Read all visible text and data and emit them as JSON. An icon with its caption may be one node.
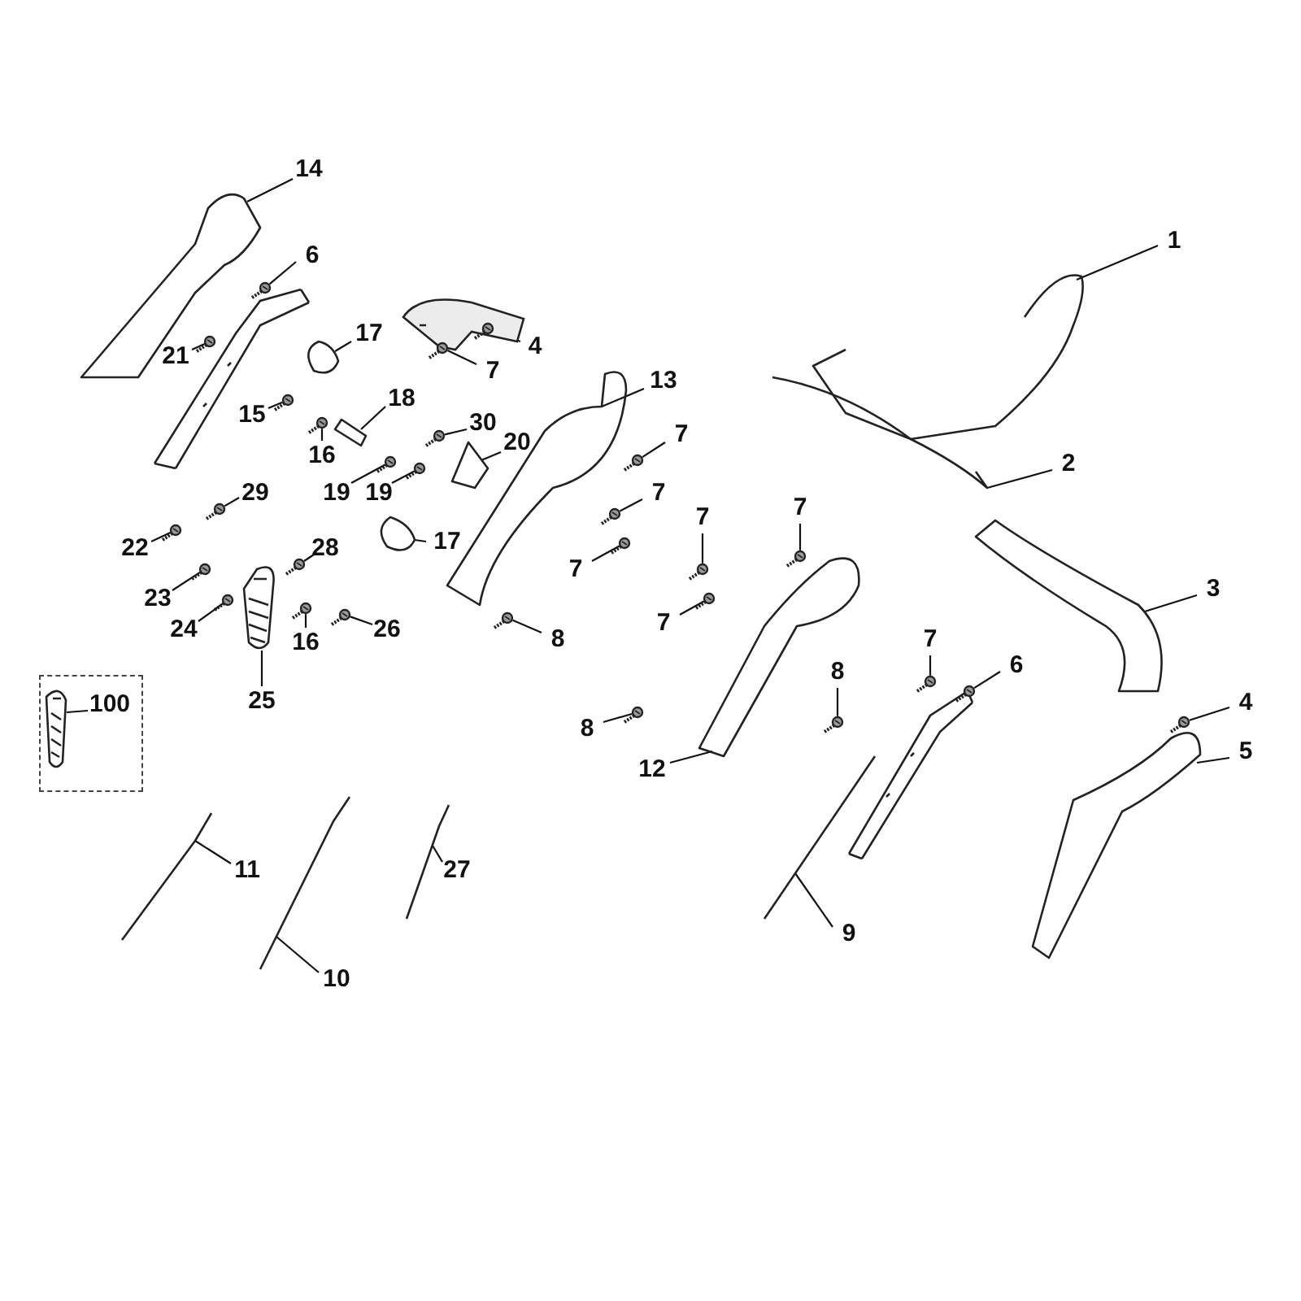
{
  "diagram": {
    "nodes": [
      {
        "text": [
          "14"
        ]
      },
      {
        "text": [
          "1"
        ]
      },
      {
        "text": [
          "6"
        ]
      },
      {
        "text": [
          "17"
        ]
      },
      {
        "text": [
          "4"
        ]
      },
      {
        "text": [
          "21"
        ]
      },
      {
        "text": [
          "7"
        ]
      },
      {
        "text": [
          "13"
        ]
      },
      {
        "text": [
          "18"
        ]
      },
      {
        "text": [
          "15"
        ]
      },
      {
        "text": [
          "30"
        ]
      },
      {
        "text": [
          "7"
        ]
      },
      {
        "text": [
          "20"
        ]
      },
      {
        "text": [
          "16"
        ]
      },
      {
        "text": [
          "2"
        ]
      },
      {
        "text": [
          "29"
        ]
      },
      {
        "text": [
          "19"
        ]
      },
      {
        "text": [
          "19"
        ]
      },
      {
        "text": [
          "7"
        ]
      },
      {
        "text": [
          "7"
        ]
      },
      {
        "text": [
          "7"
        ]
      },
      {
        "text": [
          "17"
        ]
      },
      {
        "text": [
          "22"
        ]
      },
      {
        "text": [
          "28"
        ]
      },
      {
        "text": [
          "7"
        ]
      },
      {
        "text": [
          "3"
        ]
      },
      {
        "text": [
          "23"
        ]
      },
      {
        "text": [
          "7"
        ]
      },
      {
        "text": [
          "24"
        ]
      },
      {
        "text": [
          "26"
        ]
      },
      {
        "text": [
          "16"
        ]
      },
      {
        "text": [
          "7"
        ]
      },
      {
        "text": [
          "8"
        ]
      },
      {
        "text": [
          "6"
        ]
      },
      {
        "text": [
          "8"
        ]
      },
      {
        "text": [],
        "shape": "box"
      },
      {
        "text": [
          "100"
        ],
        "in": 35
      },
      {
        "text": [
          "25"
        ]
      },
      {
        "text": [
          "4"
        ]
      },
      {
        "text": [
          "5"
        ]
      },
      {
        "text": [
          "8"
        ]
      },
      {
        "text": [
          "12"
        ]
      },
      {
        "text": [
          "11"
        ]
      },
      {
        "text": [
          "27"
        ]
      },
      {
        "text": [
          "9"
        ]
      },
      {
        "text": [
          "10"
        ]
      },
      {
        "text": [],
        "shape": "picture"
      },
      {
        "text": [],
        "shape": "picture"
      },
      {
        "text": [],
        "shape": "picture"
      },
      {
        "text": [],
        "shape": "picture"
      },
      {
        "text": [],
        "shape": "picture"
      },
      {
        "text": [],
        "shape": "picture"
      },
      {
        "text": [],
        "shape": "picture"
      },
      {
        "text": [],
        "shape": "picture"
      },
      {
        "text": [],
        "shape": "picture"
      },
      {
        "text": [],
        "shape": "picture"
      },
      {
        "text": [],
        "shape": "picture"
      },
      {
        "text": [],
        "shape": "picture"
      },
      {
        "text": [],
        "shape": "picture"
      },
      {
        "text": [],
        "shape": "picture"
      },
      {
        "text": [],
        "shape": "picture"
      },
      {
        "text": [],
        "shape": "picture"
      },
      {
        "text": [],
        "shape": "picture"
      },
      {
        "text": [],
        "shape": "picture"
      },
      {
        "text": [],
        "shape": "picture"
      },
      {
        "text": [],
        "shape": "picture"
      },
      {
        "text": [],
        "shape": "picture"
      },
      {
        "text": [],
        "shape": "picture"
      },
      {
        "text": [],
        "shape": "picture"
      },
      {
        "text": [],
        "shape": "picture"
      },
      {
        "text": [],
        "shape": "picture"
      },
      {
        "text": [],
        "shape": "picture"
      },
      {
        "text": [],
        "shape": "picture"
      },
      {
        "text": [],
        "shape": "picture"
      },
      {
        "text": [],
        "shape": "picture"
      },
      {
        "text": [],
        "shape": "picture"
      },
      {
        "text": [],
        "shape": "picture"
      },
      {
        "text": [],
        "shape": "picture"
      },
      {
        "text": [],
        "shape": "picture"
      },
      {
        "text": [],
        "shape": "picture"
      },
      {
        "text": [],
        "shape": "picture"
      },
      {
        "text": [],
        "shape": "picture",
        "in": 35
      },
      {
        "text": [],
        "shape": "picture"
      },
      {
        "text": [],
        "shape": "picture"
      },
      {
        "text": [],
        "shape": "picture"
      },
      {
        "text": [],
        "shape": "picture"
      },
      {
        "text": [],
        "shape": "picture"
      },
      {
        "text": [],
        "shape": "picture"
      },
      {
        "text": [],
        "shape": "picture"
      },
      {
        "text": [],
        "shape": "picture"
      },
      {
        "text": [],
        "shape": "picture"
      }
    ],
    "edges": [
      {
        "from": 0,
        "to": 46,
        "arrow": "none"
      },
      {
        "from": 1,
        "to": 47,
        "arrow": "none"
      },
      {
        "from": 2,
        "to": 48,
        "arrow": "none"
      },
      {
        "from": 3,
        "to": 49,
        "arrow": "none"
      },
      {
        "from": 4,
        "to": 50,
        "arrow": "none"
      },
      {
        "from": 5,
        "to": 51,
        "arrow": "none"
      },
      {
        "from": 6,
        "to": 52,
        "arrow": "none"
      },
      {
        "from": 7,
        "to": 53,
        "arrow": "none"
      },
      {
        "from": 8,
        "to": 54,
        "arrow": "none"
      },
      {
        "from": 9,
        "to": 55,
        "arrow": "none"
      },
      {
        "from": 10,
        "to": 56,
        "arrow": "none"
      },
      {
        "from": 11,
        "to": 57,
        "arrow": "none"
      },
      {
        "from": 12,
        "to": 58,
        "arrow": "none"
      },
      {
        "from": 13,
        "to": 59,
        "arrow": "none"
      },
      {
        "from": 14,
        "to": 60,
        "arrow": "none"
      },
      {
        "from": 15,
        "to": 61,
        "arrow": "none"
      },
      {
        "from": 16,
        "to": 62,
        "arrow": "none"
      },
      {
        "from": 17,
        "to": 63,
        "arrow": "none"
      },
      {
        "from": 18,
        "to": 64,
        "arrow": "none"
      },
      {
        "from": 19,
        "to": 65,
        "arrow": "none"
      },
      {
        "from": 20,
        "to": 66,
        "arrow": "none"
      },
      {
        "from": 21,
        "to": 67,
        "arrow": "none"
      },
      {
        "from": 22,
        "to": 68,
        "arrow": "none"
      },
      {
        "from": 23,
        "to": 69,
        "arrow": "none"
      },
      {
        "from": 24,
        "to": 70,
        "arrow": "none"
      },
      {
        "from": 25,
        "to": 71,
        "arrow": "none"
      },
      {
        "from": 26,
        "to": 72,
        "arrow": "none"
      },
      {
        "from": 27,
        "to": 73,
        "arrow": "none"
      },
      {
        "from": 28,
        "to": 74,
        "arrow": "none"
      },
      {
        "from": 29,
        "to": 75,
        "arrow": "none"
      },
      {
        "from": 30,
        "to": 76,
        "arrow": "none"
      },
      {
        "from": 31,
        "to": 77,
        "arrow": "none"
      },
      {
        "from": 32,
        "to": 78,
        "arrow": "none"
      },
      {
        "from": 33,
        "to": 79,
        "arrow": "none"
      },
      {
        "from": 34,
        "to": 80,
        "arrow": "none"
      },
      {
        "from": 36,
        "to": 81,
        "arrow": "none"
      },
      {
        "from": 37,
        "to": 82,
        "arrow": "none"
      },
      {
        "from": 38,
        "to": 83,
        "arrow": "none"
      },
      {
        "from": 39,
        "to": 84,
        "arrow": "none"
      },
      {
        "from": 40,
        "to": 85,
        "arrow": "none"
      },
      {
        "from": 41,
        "to": 86,
        "arrow": "none"
      },
      {
        "from": 42,
        "to": 87,
        "arrow": "none"
      },
      {
        "from": 43,
        "to": 88,
        "arrow": "none"
      },
      {
        "from": 44,
        "to": 89,
        "arrow": "none"
      },
      {
        "from": 45,
        "to": 90,
        "arrow": "none"
      }
    ]
  }
}
